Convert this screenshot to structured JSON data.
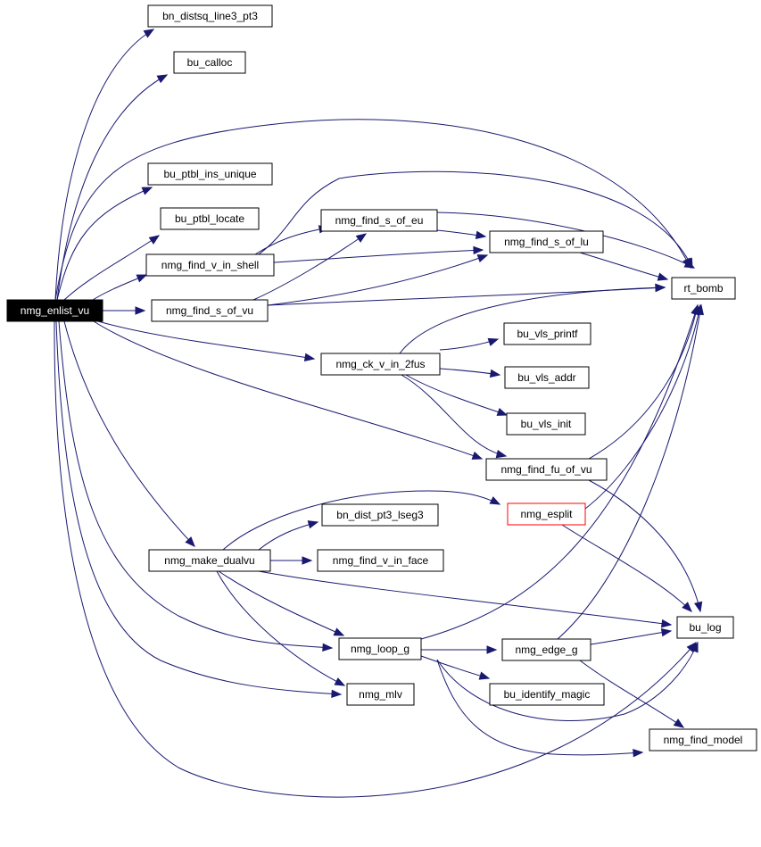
{
  "graph": {
    "colors": {
      "edge": "#191970",
      "root_fill": "#000000",
      "highlight_border": "#ff0000"
    },
    "nodes": [
      {
        "id": "nmg_enlist_vu",
        "label": "nmg_enlist_vu",
        "style": "root"
      },
      {
        "id": "bn_distsq_line3_pt3",
        "label": "bn_distsq_line3_pt3"
      },
      {
        "id": "bu_calloc",
        "label": "bu_calloc"
      },
      {
        "id": "bu_ptbl_ins_unique",
        "label": "bu_ptbl_ins_unique"
      },
      {
        "id": "bu_ptbl_locate",
        "label": "bu_ptbl_locate"
      },
      {
        "id": "nmg_find_v_in_shell",
        "label": "nmg_find_v_in_shell"
      },
      {
        "id": "nmg_find_s_of_vu",
        "label": "nmg_find_s_of_vu"
      },
      {
        "id": "nmg_find_s_of_eu",
        "label": "nmg_find_s_of_eu"
      },
      {
        "id": "nmg_find_s_of_lu",
        "label": "nmg_find_s_of_lu"
      },
      {
        "id": "rt_bomb",
        "label": "rt_bomb"
      },
      {
        "id": "nmg_ck_v_in_2fus",
        "label": "nmg_ck_v_in_2fus"
      },
      {
        "id": "bu_vls_printf",
        "label": "bu_vls_printf"
      },
      {
        "id": "bu_vls_addr",
        "label": "bu_vls_addr"
      },
      {
        "id": "bu_vls_init",
        "label": "bu_vls_init"
      },
      {
        "id": "nmg_find_fu_of_vu",
        "label": "nmg_find_fu_of_vu"
      },
      {
        "id": "nmg_esplit",
        "label": "nmg_esplit",
        "style": "red"
      },
      {
        "id": "bn_dist_pt3_lseg3",
        "label": "bn_dist_pt3_lseg3"
      },
      {
        "id": "nmg_make_dualvu",
        "label": "nmg_make_dualvu"
      },
      {
        "id": "nmg_find_v_in_face",
        "label": "nmg_find_v_in_face"
      },
      {
        "id": "bu_log",
        "label": "bu_log"
      },
      {
        "id": "nmg_loop_g",
        "label": "nmg_loop_g"
      },
      {
        "id": "nmg_edge_g",
        "label": "nmg_edge_g"
      },
      {
        "id": "nmg_mlv",
        "label": "nmg_mlv"
      },
      {
        "id": "bu_identify_magic",
        "label": "bu_identify_magic"
      },
      {
        "id": "nmg_find_model",
        "label": "nmg_find_model"
      }
    ],
    "edges": [
      {
        "from": "nmg_enlist_vu",
        "to": "bn_distsq_line3_pt3"
      },
      {
        "from": "nmg_enlist_vu",
        "to": "bu_calloc"
      },
      {
        "from": "nmg_enlist_vu",
        "to": "rt_bomb"
      },
      {
        "from": "nmg_enlist_vu",
        "to": "bu_ptbl_ins_unique"
      },
      {
        "from": "nmg_enlist_vu",
        "to": "bu_ptbl_locate"
      },
      {
        "from": "nmg_enlist_vu",
        "to": "nmg_find_v_in_shell"
      },
      {
        "from": "nmg_enlist_vu",
        "to": "nmg_find_s_of_vu"
      },
      {
        "from": "nmg_enlist_vu",
        "to": "nmg_ck_v_in_2fus"
      },
      {
        "from": "nmg_enlist_vu",
        "to": "nmg_find_fu_of_vu"
      },
      {
        "from": "nmg_enlist_vu",
        "to": "nmg_make_dualvu"
      },
      {
        "from": "nmg_enlist_vu",
        "to": "nmg_loop_g"
      },
      {
        "from": "nmg_enlist_vu",
        "to": "nmg_mlv"
      },
      {
        "from": "nmg_enlist_vu",
        "to": "bu_log"
      },
      {
        "from": "nmg_find_v_in_shell",
        "to": "nmg_find_s_of_eu"
      },
      {
        "from": "nmg_find_v_in_shell",
        "to": "nmg_find_s_of_lu"
      },
      {
        "from": "nmg_find_v_in_shell",
        "to": "rt_bomb"
      },
      {
        "from": "nmg_find_s_of_vu",
        "to": "nmg_find_s_of_eu"
      },
      {
        "from": "nmg_find_s_of_vu",
        "to": "nmg_find_s_of_lu"
      },
      {
        "from": "nmg_find_s_of_vu",
        "to": "rt_bomb"
      },
      {
        "from": "nmg_find_s_of_eu",
        "to": "nmg_find_s_of_lu"
      },
      {
        "from": "nmg_find_s_of_eu",
        "to": "rt_bomb"
      },
      {
        "from": "nmg_find_s_of_lu",
        "to": "rt_bomb"
      },
      {
        "from": "nmg_ck_v_in_2fus",
        "to": "rt_bomb"
      },
      {
        "from": "nmg_ck_v_in_2fus",
        "to": "bu_vls_printf"
      },
      {
        "from": "nmg_ck_v_in_2fus",
        "to": "bu_vls_addr"
      },
      {
        "from": "nmg_ck_v_in_2fus",
        "to": "bu_vls_init"
      },
      {
        "from": "nmg_ck_v_in_2fus",
        "to": "nmg_find_fu_of_vu"
      },
      {
        "from": "nmg_find_fu_of_vu",
        "to": "rt_bomb"
      },
      {
        "from": "nmg_find_fu_of_vu",
        "to": "bu_log"
      },
      {
        "from": "nmg_esplit",
        "to": "rt_bomb"
      },
      {
        "from": "nmg_esplit",
        "to": "bu_log"
      },
      {
        "from": "nmg_make_dualvu",
        "to": "nmg_esplit"
      },
      {
        "from": "nmg_make_dualvu",
        "to": "bn_dist_pt3_lseg3"
      },
      {
        "from": "nmg_make_dualvu",
        "to": "nmg_find_v_in_face"
      },
      {
        "from": "nmg_make_dualvu",
        "to": "bu_log"
      },
      {
        "from": "nmg_make_dualvu",
        "to": "nmg_loop_g"
      },
      {
        "from": "nmg_make_dualvu",
        "to": "nmg_mlv"
      },
      {
        "from": "nmg_loop_g",
        "to": "rt_bomb"
      },
      {
        "from": "nmg_loop_g",
        "to": "nmg_edge_g"
      },
      {
        "from": "nmg_loop_g",
        "to": "bu_identify_magic"
      },
      {
        "from": "nmg_loop_g",
        "to": "bu_log"
      },
      {
        "from": "nmg_loop_g",
        "to": "nmg_find_model"
      },
      {
        "from": "nmg_edge_g",
        "to": "rt_bomb"
      },
      {
        "from": "nmg_edge_g",
        "to": "bu_log"
      },
      {
        "from": "nmg_edge_g",
        "to": "nmg_find_model"
      }
    ]
  }
}
